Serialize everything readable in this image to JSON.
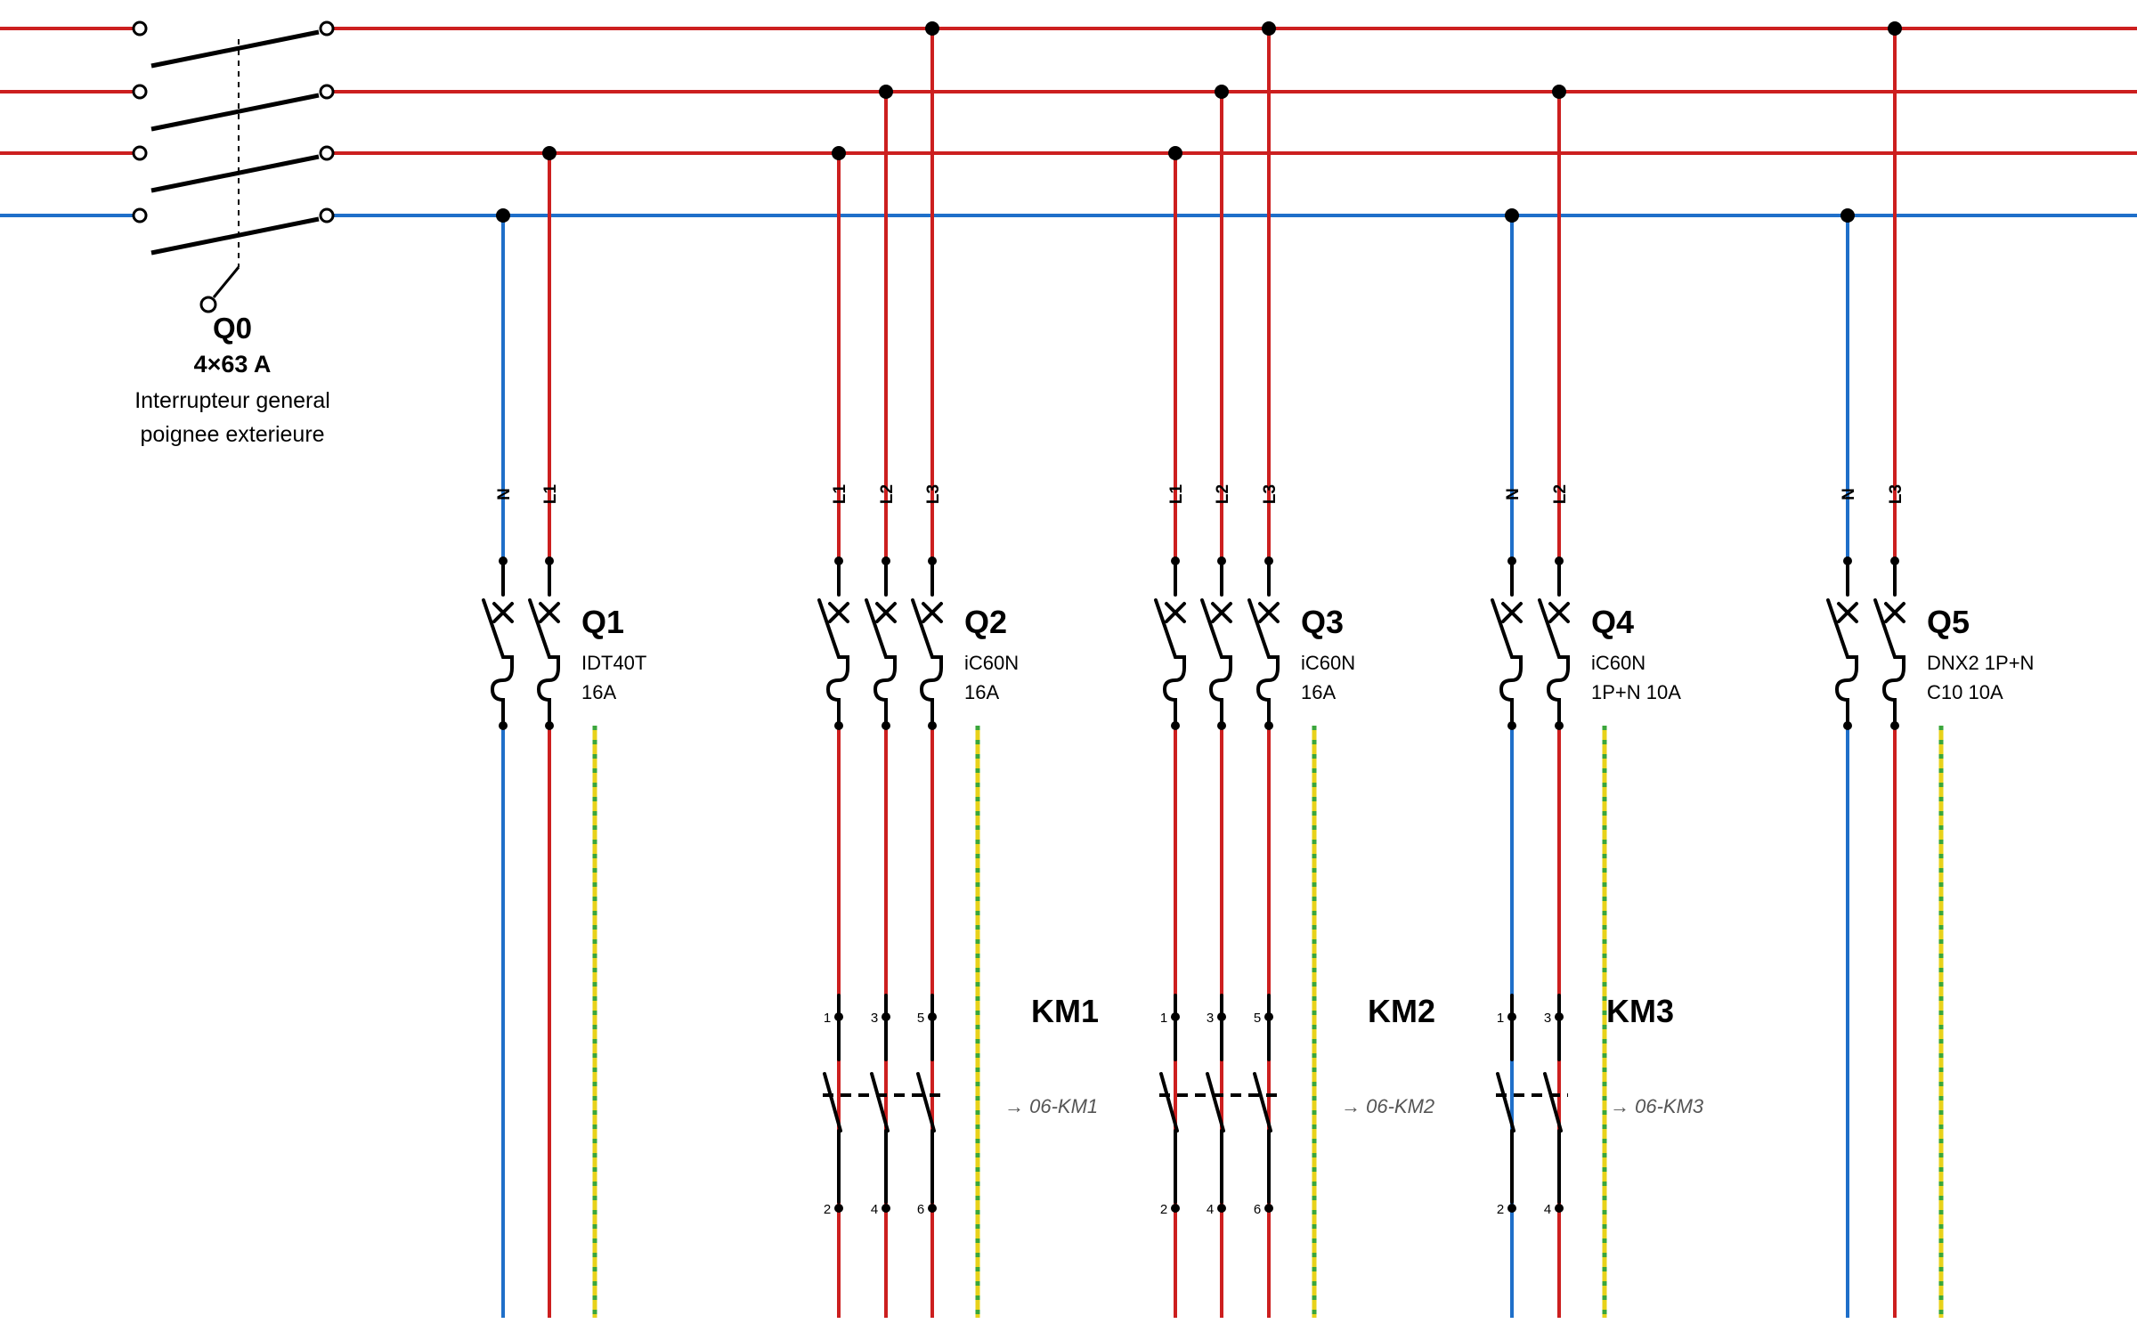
{
  "colors": {
    "phase": "#cc1f1f",
    "neutral": "#1f6fc9",
    "earth_yellow": "#e8d21a",
    "earth_green": "#3aa63a",
    "symbol": "#000000",
    "reference_text": "#555555"
  },
  "main_switch": {
    "name": "Q0",
    "rating": "4×63 A",
    "description_line1": "Interrupteur general",
    "description_line2": "poignee exterieure"
  },
  "circuits": [
    {
      "breaker": {
        "name": "Q1",
        "model": "IDT40T",
        "rating": "16A"
      },
      "phases": [
        "N",
        "L1"
      ],
      "contactor": null
    },
    {
      "breaker": {
        "name": "Q2",
        "model": "iC60N",
        "rating": "16A"
      },
      "phases": [
        "L1",
        "L2",
        "L3"
      ],
      "contactor": {
        "name": "KM1",
        "terminals_top": [
          "1",
          "3",
          "5"
        ],
        "terminals_bottom": [
          "2",
          "4",
          "6"
        ],
        "reference": "→ 06-KM1"
      }
    },
    {
      "breaker": {
        "name": "Q3",
        "model": "iC60N",
        "rating": "16A"
      },
      "phases": [
        "L1",
        "L2",
        "L3"
      ],
      "contactor": {
        "name": "KM2",
        "terminals_top": [
          "1",
          "3",
          "5"
        ],
        "terminals_bottom": [
          "2",
          "4",
          "6"
        ],
        "reference": "→ 06-KM2"
      }
    },
    {
      "breaker": {
        "name": "Q4",
        "model": "iC60N",
        "rating": "1P+N 10A"
      },
      "phases": [
        "N",
        "L2"
      ],
      "contactor": {
        "name": "KM3",
        "terminals_top": [
          "1",
          "3"
        ],
        "terminals_bottom": [
          "2",
          "4"
        ],
        "reference": "→ 06-KM3"
      }
    },
    {
      "breaker": {
        "name": "Q5",
        "model": "DNX2 1P+N",
        "rating": "C10 10A"
      },
      "phases": [
        "N",
        "L3"
      ],
      "contactor": null
    }
  ]
}
